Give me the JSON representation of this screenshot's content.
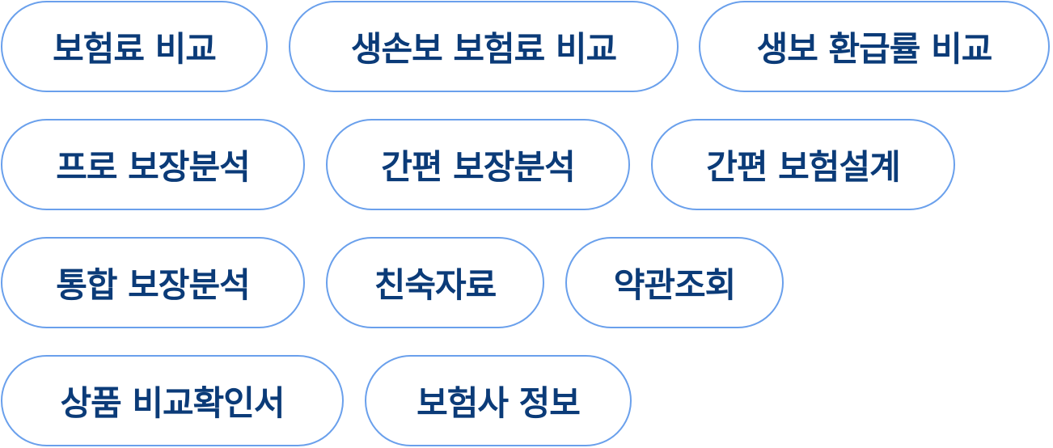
{
  "menu": {
    "rows": [
      [
        "보험료 비교",
        "생손보 보험료 비교",
        "생보 환급률 비교"
      ],
      [
        "프로 보장분석",
        "간편 보장분석",
        "간편 보험설계"
      ],
      [
        "통합 보장분석",
        "친숙자료",
        "약관조회"
      ],
      [
        "상품 비교확인서",
        "보험사 정보"
      ]
    ]
  },
  "colors": {
    "chip_border": "#6aa0ec",
    "chip_text": "#0b3b78",
    "chip_background": "#ffffff"
  }
}
